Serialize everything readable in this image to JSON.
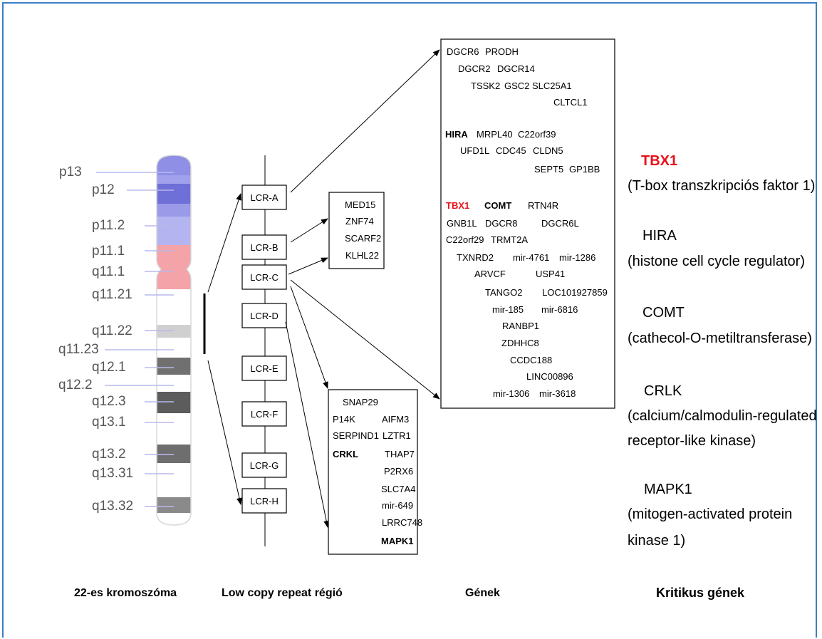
{
  "colors": {
    "frame": "#3d7fc4",
    "highlight_red": "#e8101a",
    "p_arm_blue": "#8f8fe6",
    "centromere_pink": "#f4a3a8"
  },
  "chromosome": {
    "bands": [
      "p13",
      "p12",
      "p11.2",
      "p11.1",
      "q11.1",
      "q11.21",
      "q11.22",
      "q11.23",
      "q12.1",
      "q12.2",
      "q12.3",
      "q13.1",
      "q13.2",
      "q13.31",
      "q13.32"
    ]
  },
  "lcr": {
    "labels": [
      "LCR-A",
      "LCR-B",
      "LCR-C",
      "LCR-D",
      "LCR-E",
      "LCR-F",
      "LCR-G",
      "LCR-H"
    ]
  },
  "gene_boxes": {
    "box_main": {
      "lines": [
        [
          {
            "t": "DGCR6"
          },
          {
            "t": "PRODH"
          }
        ],
        [
          {
            "t": "DGCR2"
          },
          {
            "t": "DGCR14"
          }
        ],
        [
          {
            "t": "TSSK2"
          },
          {
            "t": "GSC2"
          },
          {
            "t": "SLC25A1"
          }
        ],
        [
          {
            "t": "CLTCL1"
          }
        ],
        [
          {
            "t": "HIRA",
            "s": "bold"
          },
          {
            "t": "MRPL40"
          },
          {
            "t": "C22orf39"
          }
        ],
        [
          {
            "t": "UFD1L"
          },
          {
            "t": "CDC45"
          },
          {
            "t": "CLDN5"
          }
        ],
        [
          {
            "t": "SEPT5"
          },
          {
            "t": "GP1BB"
          }
        ],
        [
          {
            "t": "TBX1",
            "s": "red"
          },
          {
            "t": "COMT",
            "s": "bold"
          },
          {
            "t": "RTN4R"
          }
        ],
        [
          {
            "t": "GNB1L"
          },
          {
            "t": "DGCR8"
          },
          {
            "t": "DGCR6L"
          }
        ],
        [
          {
            "t": "C22orf29"
          },
          {
            "t": "TRMT2A"
          }
        ],
        [
          {
            "t": "TXNRD2"
          },
          {
            "t": "mir-4761"
          },
          {
            "t": "mir-1286"
          }
        ],
        [
          {
            "t": "ARVCF"
          },
          {
            "t": "USP41"
          }
        ],
        [
          {
            "t": "TANGO2"
          },
          {
            "t": "LOC101927859"
          }
        ],
        [
          {
            "t": "mir-185"
          },
          {
            "t": "mir-6816"
          }
        ],
        [
          {
            "t": "RANBP1"
          }
        ],
        [
          {
            "t": "ZDHHC8"
          }
        ],
        [
          {
            "t": "CCDC188"
          }
        ],
        [
          {
            "t": "LINC00896"
          }
        ],
        [
          {
            "t": "mir-1306"
          },
          {
            "t": "mir-3618"
          }
        ]
      ]
    },
    "box_b": {
      "lines": [
        [
          {
            "t": "MED15"
          }
        ],
        [
          {
            "t": "ZNF74"
          }
        ],
        [
          {
            "t": "SCARF2"
          }
        ],
        [
          {
            "t": "KLHL22"
          }
        ]
      ]
    },
    "box_d": {
      "lines": [
        [
          {
            "t": "SNAP29"
          }
        ],
        [
          {
            "t": "P14K"
          },
          {
            "t": "AIFM3"
          }
        ],
        [
          {
            "t": "SERPIND1"
          },
          {
            "t": "LZTR1"
          }
        ],
        [
          {
            "t": "CRKL",
            "s": "bold"
          },
          {
            "t": "THAP7"
          }
        ],
        [
          {
            "t": "P2RX6"
          }
        ],
        [
          {
            "t": "SLC7A4"
          }
        ],
        [
          {
            "t": "mir-649"
          }
        ],
        [
          {
            "t": "LRRC748"
          }
        ],
        [
          {
            "t": "MAPK1",
            "s": "bold"
          }
        ]
      ]
    }
  },
  "critical_genes": [
    {
      "name": "TBX1",
      "style": "red",
      "desc": [
        "(T-box transzkripciós faktor 1)"
      ]
    },
    {
      "name": "HIRA",
      "style": "normal",
      "desc": [
        "(histone cell cycle regulator)"
      ]
    },
    {
      "name": "COMT",
      "style": "normal",
      "desc": [
        "(cathecol-O-metiltransferase)"
      ]
    },
    {
      "name": "CRLK",
      "style": "normal",
      "desc": [
        "(calcium/calmodulin-regulated",
        "receptor-like kinase)"
      ]
    },
    {
      "name": "MAPK1",
      "style": "normal",
      "desc": [
        "(mitogen-activated protein",
        "kinase 1)"
      ]
    }
  ],
  "headers": {
    "chromosome": "22-es kromoszóma",
    "lcr": "Low copy repeat régió",
    "genes": "Gének",
    "critical": "Kritikus gének"
  }
}
